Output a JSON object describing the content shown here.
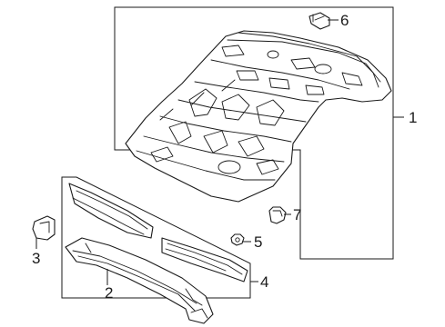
{
  "diagram": {
    "callouts": [
      {
        "id": "1",
        "label": "1"
      },
      {
        "id": "2",
        "label": "2"
      },
      {
        "id": "3",
        "label": "3"
      },
      {
        "id": "4",
        "label": "4"
      },
      {
        "id": "5",
        "label": "5"
      },
      {
        "id": "6",
        "label": "6"
      },
      {
        "id": "7",
        "label": "7"
      }
    ],
    "colors": {
      "line": "#1a1a1a",
      "background": "#ffffff"
    }
  }
}
